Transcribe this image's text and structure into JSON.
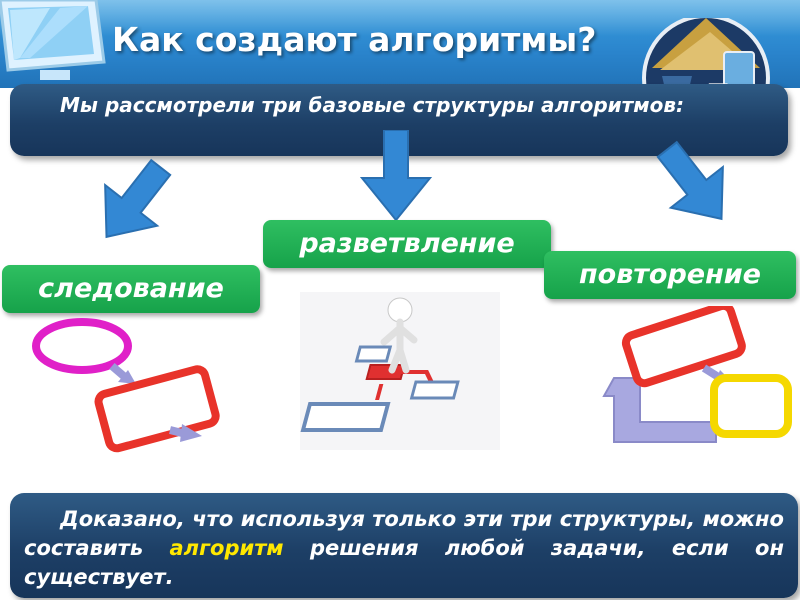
{
  "slide": {
    "title": "Как создают алгоритмы?",
    "intro_text": "Мы рассмотрели три базовые структуры алгоритмов:",
    "structures": [
      "следование",
      "разветвление",
      "повторение"
    ],
    "conclusion": {
      "before": "Доказано, что используя только эти три структуры, можно составить ",
      "highlight": "алгоритм",
      "after": " решения любой задачи, если он существует."
    },
    "colors": {
      "header": "#2a84cc",
      "dark_box": "#1d3f66",
      "pill_green": "#16a24a",
      "arrow_blue": "#3388d4",
      "highlight": "#ffe800",
      "block_red": "#e8332a",
      "block_magenta": "#e020c8",
      "block_yellow": "#f5d800",
      "connector_lavender": "#9a9ad8"
    },
    "icons": [
      "monitor-logo-icon",
      "informatics-badge-icon",
      "down-arrow-icon",
      "person-on-flowchart-icon"
    ]
  }
}
